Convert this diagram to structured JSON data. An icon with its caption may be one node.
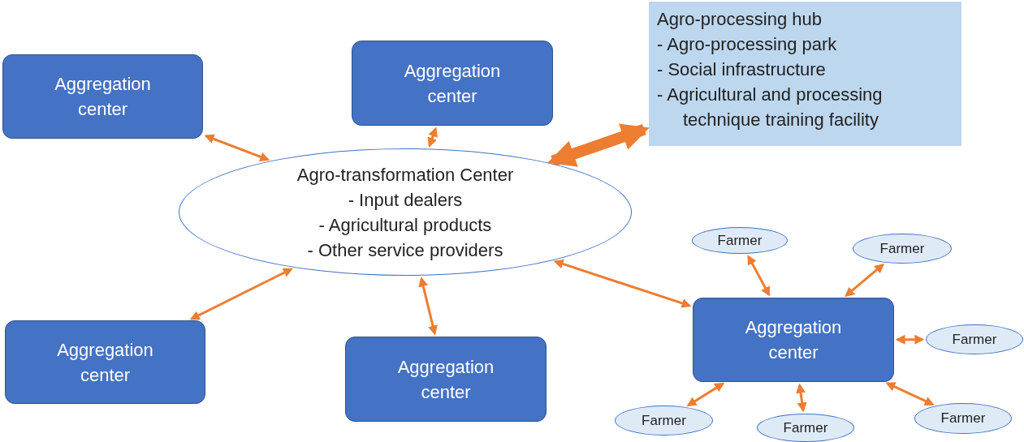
{
  "diagram": {
    "nodes": [
      {
        "text": [
          "Aggregation center"
        ]
      },
      {
        "text": [
          "Aggregation center"
        ]
      },
      {
        "text": [
          "Agro-processing hub",
          "- Agro-processing park",
          "- Social infrastructure",
          "- Agricultural and processing technique training facility"
        ]
      },
      {
        "text": [
          "Agro-transformation Center",
          "- Input dealers",
          "- Agricultural products",
          "- Other service providers"
        ]
      },
      {
        "text": [
          "Farmer"
        ]
      },
      {
        "text": [
          "Farmer"
        ]
      },
      {
        "text": [
          "Aggregation center"
        ]
      },
      {
        "text": [
          "Aggregation center"
        ]
      },
      {
        "text": [
          "Aggregation center"
        ]
      },
      {
        "text": [
          "Farmer"
        ]
      },
      {
        "text": [
          "Farmer"
        ]
      },
      {
        "text": [
          "Farmer"
        ]
      },
      {
        "text": [
          "Farmer"
        ]
      }
    ],
    "edges": [
      {
        "from": 0,
        "to": 3,
        "arrow": "both"
      },
      {
        "from": 1,
        "to": 3,
        "arrow": "both"
      },
      {
        "from": 3,
        "to": 2,
        "arrow": "both",
        "style": "thick"
      },
      {
        "from": 6,
        "to": 3,
        "arrow": "both"
      },
      {
        "from": 7,
        "to": 3,
        "arrow": "both"
      },
      {
        "from": 3,
        "to": 8,
        "arrow": "both"
      },
      {
        "from": 4,
        "to": 8,
        "arrow": "both"
      },
      {
        "from": 5,
        "to": 8,
        "arrow": "both"
      },
      {
        "from": 9,
        "to": 8,
        "arrow": "both"
      },
      {
        "from": 10,
        "to": 8,
        "arrow": "both"
      },
      {
        "from": 11,
        "to": 8,
        "arrow": "both"
      },
      {
        "from": 12,
        "to": 8,
        "arrow": "both"
      }
    ]
  }
}
